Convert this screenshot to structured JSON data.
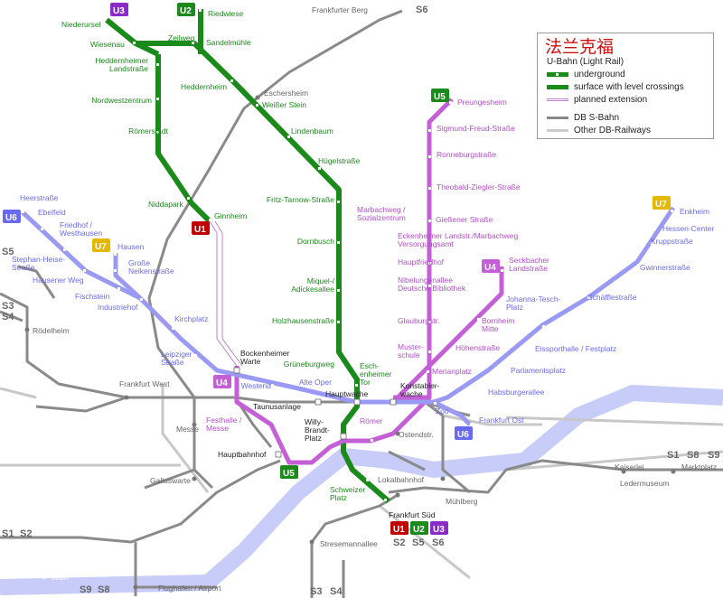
{
  "legend": {
    "title": "法兰克福",
    "items": [
      {
        "label": "U-Bahn (Light Rail)"
      },
      {
        "label": "underground"
      },
      {
        "label": "surface with level crossings"
      },
      {
        "label": "planned extension"
      },
      {
        "label": "DB S-Bahn"
      },
      {
        "label": "Other DB-Railways"
      }
    ]
  },
  "colors": {
    "u_green": "#1a8a1a",
    "u_purple": "#b04fc8",
    "u_blue": "#6a6af0",
    "u_red": "#c00000",
    "u_yellow": "#e5b800",
    "sbahn": "#888888",
    "river": "#c8ccf8"
  },
  "lines": {
    "U1": "U1",
    "U2": "U2",
    "U3": "U3",
    "U4": "U4",
    "U5": "U5",
    "U6": "U6",
    "U7": "U7"
  },
  "sbahn": {
    "S6_top": "S6",
    "S5_left": "S5",
    "S3_left": "S3",
    "S4_left": "S4",
    "S1": "S1",
    "S2": "S2",
    "S3_bottom": "S3",
    "S4_bottom": "S4",
    "S9_bottom": "S9",
    "S8_bottom": "S8",
    "S1_right": "S1",
    "S8_right": "S8",
    "S9_right": "S9",
    "S2_sued": "S2",
    "S5_sued": "S5",
    "S6_sued": "S6"
  },
  "river_label": "← Main",
  "stations": {
    "frankfurter_berg": "Frankfurter Berg",
    "riedwiese": "Riedwiese",
    "niederursel": "Niederursel",
    "wiesenau": "Wiesenau",
    "zeilweg": "Zeilweg",
    "sandelmuehle": "Sandelmühle",
    "heddernheimer_landstrasse": "Heddernheimer\nLandstraße",
    "heddernheim": "Heddernheim",
    "nordwestzentrum": "Nordwestzentrum",
    "eschersheim": "Eschersheim",
    "weisser_stein": "Weißer Stein",
    "lindenbaum": "Lindenbaum",
    "roemerstadt": "Römerstadt",
    "huegelstrasse": "Hügelstraße",
    "niddapark": "Niddapark",
    "fritz_tarnow": "Fritz-Tarnow-Straße",
    "ginnheim": "Ginnheim",
    "dornbusch": "Dornbusch",
    "miquel": "Miquel-/\nAdickesallee",
    "holzhausen": "Holzhausenstraße",
    "gruenburgweg": "Grüneburgweg",
    "eschenheimer_tor": "Esch-\nenheimer\nTor",
    "bockenheimer_warte": "Bockenheimer\nWarte",
    "westend": "Westend",
    "alte_oper": "Alte Oper",
    "hauptwache": "Hauptwache",
    "konstablerwache": "Konstabler-\nwache",
    "taunusanlage": "Taunusanlage",
    "willy_brandt": "Willy-\nBrandt-\nPlatz",
    "roemer": "Römer",
    "hauptbahnhof": "Hauptbahnhof",
    "festhalle": "Festhalle /\nMesse",
    "messe": "Messe",
    "galluswarte": "Galluswarte",
    "frankfurt_west": "Frankfurt West",
    "roedelheim": "Rödelheim",
    "heerstrasse": "Heerstraße",
    "ebelfeld": "Ebelfeld",
    "friedhof_westhausen": "Friedhof /\nWesthausen",
    "hausen": "Hausen",
    "stephan_heise": "Stephan-Heise-\nStraße",
    "grosse_nelken": "Große\nNelkenstraße",
    "hausener_weg": "Hausener Weg",
    "fischstein": "Fischstein",
    "industriehof": "Industriehof",
    "kirchplatz": "Kirchplatz",
    "leipziger": "Leipziger\nStraße",
    "preungesheim": "Preungesheim",
    "sigmund_freud": "Sigmund-Freud-Straße",
    "ronneburg": "Ronneburgstraße",
    "theobald_ziegler": "Theobald-Ziegler-Straße",
    "marbachweg": "Marbachweg /\nSozialzentrum",
    "giessener": "Gießener Straße",
    "eckenheimer": "Eckenheimer Landstr./Marbachweg\nVersorgungsamt",
    "hauptfriedhof": "Hauptfriedhof",
    "nibelungen": "Nibelungenallee\nDeutsche Bibliothek",
    "glauburg": "Glauburgstr.",
    "musterschule": "Muster-\nschule",
    "seckbacher": "Seckbacher\nLandstraße",
    "bornheim_mitte": "Bornheim\nMitte",
    "hoehenstrasse": "Höhenstraße",
    "merianplatz": "Merianplatz",
    "enkheim": "Enkheim",
    "hessen_center": "Hessen-Center",
    "kruppstrasse": "Kruppstraße",
    "gwinner": "Gwinnerstraße",
    "schaefflestrasse": "Schäfflestraße",
    "johanna_tesch": "Johanna-Tesch-\nPlatz",
    "eissporthalle": "Eissporthalle / Festplatz",
    "parlamentsplatz": "Parlamentsplatz",
    "habsburgerallee": "Habsburgerallee",
    "zoo": "Zoo",
    "frankfurt_ost": "Frankfurt Ost",
    "ostendstr": "Ostendstr.",
    "schweizer_platz": "Schweizer\nPlatz",
    "lokalbahnhof": "Lokalbahnhof",
    "frankfurt_sued": "Frankfurt Süd",
    "muehlberg": "Mühlberg",
    "kaiserlei": "Kaiserlei",
    "marktplatz": "Marktplatz",
    "ledermuseum": "Ledermuseum",
    "stresemannallee": "Stresemannallee",
    "flughafen": "Flughafen / Airport"
  }
}
